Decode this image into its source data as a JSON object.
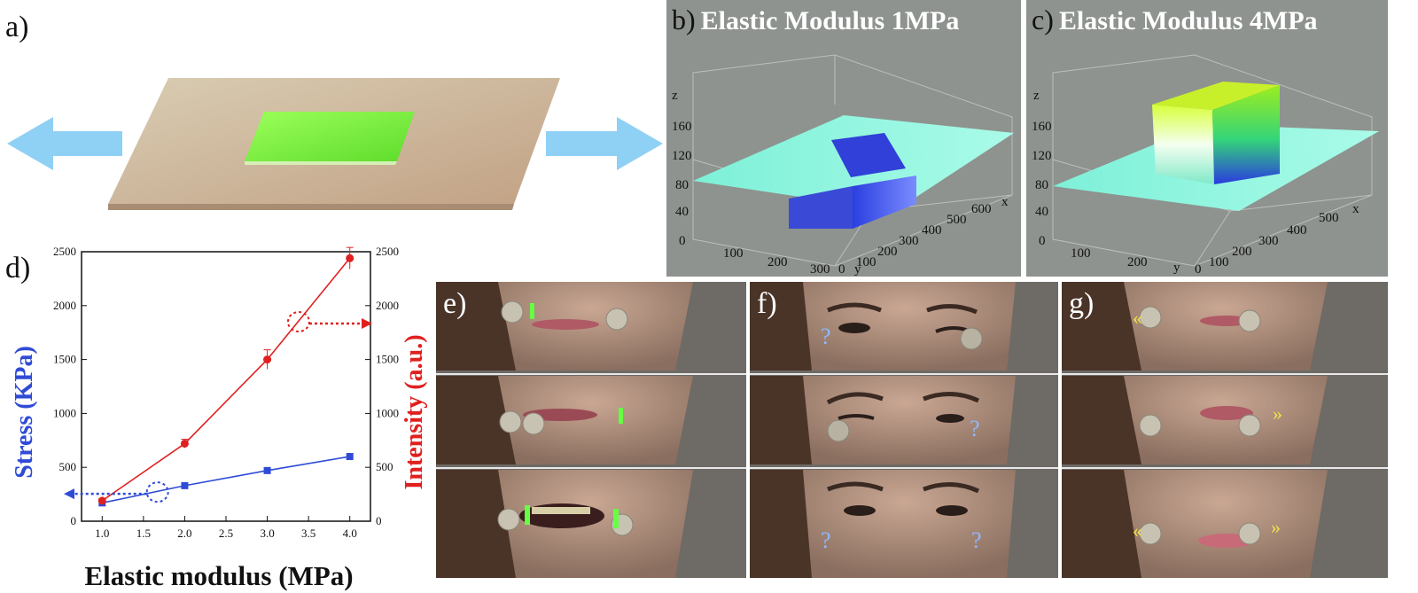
{
  "panel_letters": {
    "a": "a)",
    "b": "b)",
    "c": "c)",
    "d": "d)",
    "e": "e)",
    "f": "f)",
    "g": "g)"
  },
  "panel_b": {
    "title": "Elastic Modulus 1MPa",
    "z_label": "z",
    "x_label": "x",
    "y_label": "y",
    "z_ticks": [
      "160",
      "120",
      "80",
      "40",
      "0"
    ],
    "x_ticks": [
      "100",
      "200",
      "300",
      "400",
      "500",
      "600"
    ],
    "y_ticks": [
      "100",
      "200",
      "300"
    ],
    "origin": "0"
  },
  "panel_c": {
    "title": "Elastic Modulus 4MPa",
    "z_label": "z",
    "x_label": "x",
    "y_label": "y",
    "z_ticks": [
      "160",
      "120",
      "80",
      "40",
      "0"
    ],
    "x_ticks": [
      "100",
      "200",
      "300",
      "400",
      "500"
    ],
    "y_ticks": [
      "100",
      "200"
    ],
    "origin": "0"
  },
  "colors": {
    "stress": "#2f4bd6",
    "intensity": "#e02020",
    "arrow_blue": "#8fd0f5",
    "film_green": "#7cf03a"
  },
  "chart_data": {
    "type": "line",
    "xlabel": "Elastic modulus (MPa)",
    "ylabel_left": "Stress (KPa)",
    "ylabel_right": "Intensity (a.u.)",
    "xlim": [
      0.75,
      4.25
    ],
    "ylim_left": [
      0,
      2500
    ],
    "ylim_right": [
      0,
      2500
    ],
    "x_ticks": [
      "1.0",
      "1.5",
      "2.0",
      "2.5",
      "3.0",
      "3.5",
      "4.0"
    ],
    "y_ticks_left": [
      "0",
      "500",
      "1000",
      "1500",
      "2000",
      "2500"
    ],
    "y_ticks_right": [
      "0",
      "500",
      "1000",
      "1500",
      "2000",
      "2500"
    ],
    "series": [
      {
        "axis": "left",
        "x": [
          1,
          2,
          3,
          4
        ],
        "y": [
          170,
          330,
          470,
          600
        ],
        "marker": "square"
      },
      {
        "axis": "right",
        "x": [
          1,
          2,
          3,
          4
        ],
        "y": [
          190,
          720,
          1500,
          2440
        ],
        "err": [
          20,
          40,
          90,
          100
        ],
        "marker": "circle"
      }
    ]
  },
  "photos": {
    "e": {
      "label": "e)"
    },
    "f": {
      "label": "f)"
    },
    "g": {
      "label": "g)"
    }
  }
}
